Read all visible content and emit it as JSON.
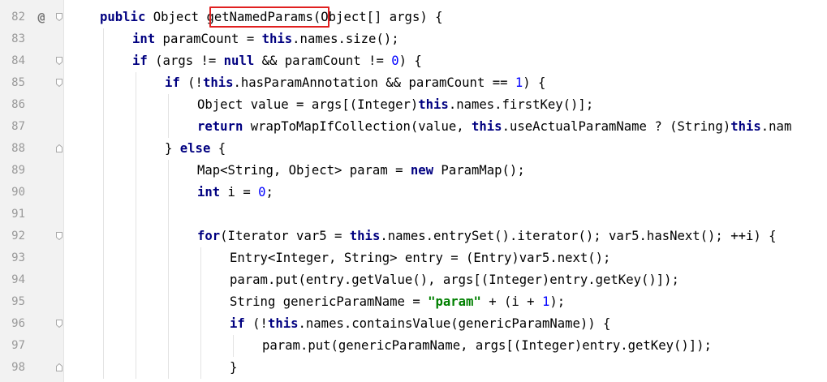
{
  "editor": {
    "lines": [
      {
        "num": "82",
        "marker": "@",
        "fold": "open",
        "indent": 0,
        "tokens": [
          {
            "t": "public",
            "c": "kw"
          },
          {
            "t": " Object ",
            "c": ""
          },
          {
            "t": "getNamedParams",
            "c": ""
          },
          {
            "t": "(Object[] args) {",
            "c": ""
          }
        ]
      },
      {
        "num": "83",
        "marker": "",
        "fold": "",
        "indent": 1,
        "tokens": [
          {
            "t": "int",
            "c": "kw"
          },
          {
            "t": " paramCount = ",
            "c": ""
          },
          {
            "t": "this",
            "c": "kw"
          },
          {
            "t": ".names.size();",
            "c": ""
          }
        ]
      },
      {
        "num": "84",
        "marker": "",
        "fold": "open",
        "indent": 1,
        "tokens": [
          {
            "t": "if",
            "c": "kw"
          },
          {
            "t": " (args != ",
            "c": ""
          },
          {
            "t": "null",
            "c": "kw"
          },
          {
            "t": " && paramCount != ",
            "c": ""
          },
          {
            "t": "0",
            "c": "num"
          },
          {
            "t": ") {",
            "c": ""
          }
        ]
      },
      {
        "num": "85",
        "marker": "",
        "fold": "open",
        "indent": 2,
        "tokens": [
          {
            "t": "if",
            "c": "kw"
          },
          {
            "t": " (!",
            "c": ""
          },
          {
            "t": "this",
            "c": "kw"
          },
          {
            "t": ".hasParamAnnotation && paramCount == ",
            "c": ""
          },
          {
            "t": "1",
            "c": "num"
          },
          {
            "t": ") {",
            "c": ""
          }
        ]
      },
      {
        "num": "86",
        "marker": "",
        "fold": "",
        "indent": 3,
        "tokens": [
          {
            "t": "Object value = args[(Integer)",
            "c": ""
          },
          {
            "t": "this",
            "c": "kw"
          },
          {
            "t": ".names.firstKey()];",
            "c": ""
          }
        ]
      },
      {
        "num": "87",
        "marker": "",
        "fold": "",
        "indent": 3,
        "tokens": [
          {
            "t": "return",
            "c": "kw"
          },
          {
            "t": " wrapToMapIfCollection(value, ",
            "c": ""
          },
          {
            "t": "this",
            "c": "kw"
          },
          {
            "t": ".useActualParamName ? (String)",
            "c": ""
          },
          {
            "t": "this",
            "c": "kw"
          },
          {
            "t": ".nam",
            "c": ""
          }
        ]
      },
      {
        "num": "88",
        "marker": "",
        "fold": "close",
        "indent": 2,
        "tokens": [
          {
            "t": "} ",
            "c": ""
          },
          {
            "t": "else",
            "c": "kw"
          },
          {
            "t": " {",
            "c": ""
          }
        ]
      },
      {
        "num": "89",
        "marker": "",
        "fold": "",
        "indent": 3,
        "tokens": [
          {
            "t": "Map<String, Object> param = ",
            "c": ""
          },
          {
            "t": "new",
            "c": "kw"
          },
          {
            "t": " ParamMap();",
            "c": ""
          }
        ]
      },
      {
        "num": "90",
        "marker": "",
        "fold": "",
        "indent": 3,
        "tokens": [
          {
            "t": "int",
            "c": "kw"
          },
          {
            "t": " i = ",
            "c": ""
          },
          {
            "t": "0",
            "c": "num"
          },
          {
            "t": ";",
            "c": ""
          }
        ]
      },
      {
        "num": "91",
        "marker": "",
        "fold": "",
        "indent": 3,
        "tokens": []
      },
      {
        "num": "92",
        "marker": "",
        "fold": "open",
        "indent": 3,
        "tokens": [
          {
            "t": "for",
            "c": "kw"
          },
          {
            "t": "(Iterator var5 = ",
            "c": ""
          },
          {
            "t": "this",
            "c": "kw"
          },
          {
            "t": ".names.entrySet().iterator(); var5.hasNext(); ++i) {",
            "c": ""
          }
        ]
      },
      {
        "num": "93",
        "marker": "",
        "fold": "",
        "indent": 4,
        "tokens": [
          {
            "t": "Entry<Integer, String> entry = (Entry)var5.next();",
            "c": ""
          }
        ]
      },
      {
        "num": "94",
        "marker": "",
        "fold": "",
        "indent": 4,
        "tokens": [
          {
            "t": "param.put(entry.getValue(), args[(Integer)entry.getKey()]);",
            "c": ""
          }
        ]
      },
      {
        "num": "95",
        "marker": "",
        "fold": "",
        "indent": 4,
        "tokens": [
          {
            "t": "String genericParamName = ",
            "c": ""
          },
          {
            "t": "\"param\"",
            "c": "str"
          },
          {
            "t": " + (i + ",
            "c": ""
          },
          {
            "t": "1",
            "c": "num"
          },
          {
            "t": ");",
            "c": ""
          }
        ]
      },
      {
        "num": "96",
        "marker": "",
        "fold": "open",
        "indent": 4,
        "tokens": [
          {
            "t": "if",
            "c": "kw"
          },
          {
            "t": " (!",
            "c": ""
          },
          {
            "t": "this",
            "c": "kw"
          },
          {
            "t": ".names.containsValue(genericParamName)) {",
            "c": ""
          }
        ]
      },
      {
        "num": "97",
        "marker": "",
        "fold": "",
        "indent": 5,
        "tokens": [
          {
            "t": "param.put(genericParamName, args[(Integer)entry.getKey()]);",
            "c": ""
          }
        ]
      },
      {
        "num": "98",
        "marker": "",
        "fold": "close",
        "indent": 4,
        "tokens": [
          {
            "t": "}",
            "c": ""
          }
        ]
      }
    ],
    "highlighted_identifier": "getNamedParams",
    "colors": {
      "keyword": "#000080",
      "number": "#0000ff",
      "string": "#008000",
      "line_number": "#999999",
      "highlight_border": "#e02020"
    }
  }
}
